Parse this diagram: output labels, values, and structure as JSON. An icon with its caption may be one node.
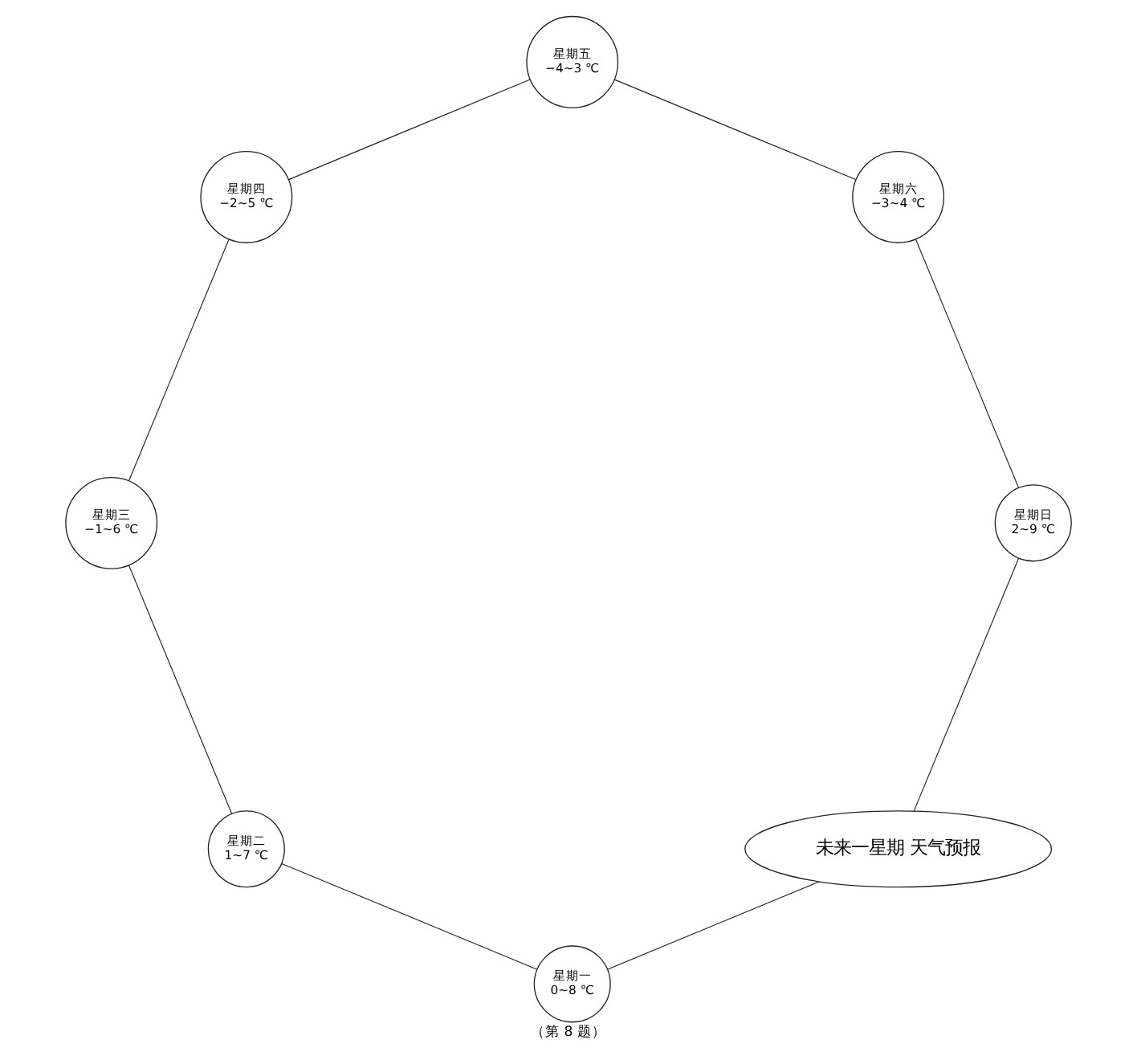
{
  "diagram": {
    "caption": "（第 8 题）",
    "nodes": [
      {
        "text": [
          "未来一星期 天气预报"
        ]
      },
      {
        "text": [
          "星期一",
          "0~8 ℃"
        ]
      },
      {
        "text": [
          "星期二",
          "1~7 ℃"
        ]
      },
      {
        "text": [
          "星期三",
          "−1~6 ℃"
        ]
      },
      {
        "text": [
          "星期四",
          "−2~5 ℃"
        ]
      },
      {
        "text": [
          "星期五",
          "−4~3 ℃"
        ]
      },
      {
        "text": [
          "星期六",
          "−3~4 ℃"
        ]
      },
      {
        "text": [
          "星期日",
          "2~9 ℃"
        ]
      }
    ],
    "edges": [
      {
        "from": 0,
        "to": 1,
        "arrow": "none"
      },
      {
        "from": 1,
        "to": 2,
        "arrow": "none"
      },
      {
        "from": 2,
        "to": 3,
        "arrow": "none"
      },
      {
        "from": 3,
        "to": 4,
        "arrow": "none"
      },
      {
        "from": 4,
        "to": 5,
        "arrow": "none"
      },
      {
        "from": 5,
        "to": 6,
        "arrow": "none"
      },
      {
        "from": 6,
        "to": 7,
        "arrow": "none"
      },
      {
        "from": 7,
        "to": 0,
        "arrow": "none"
      }
    ]
  }
}
